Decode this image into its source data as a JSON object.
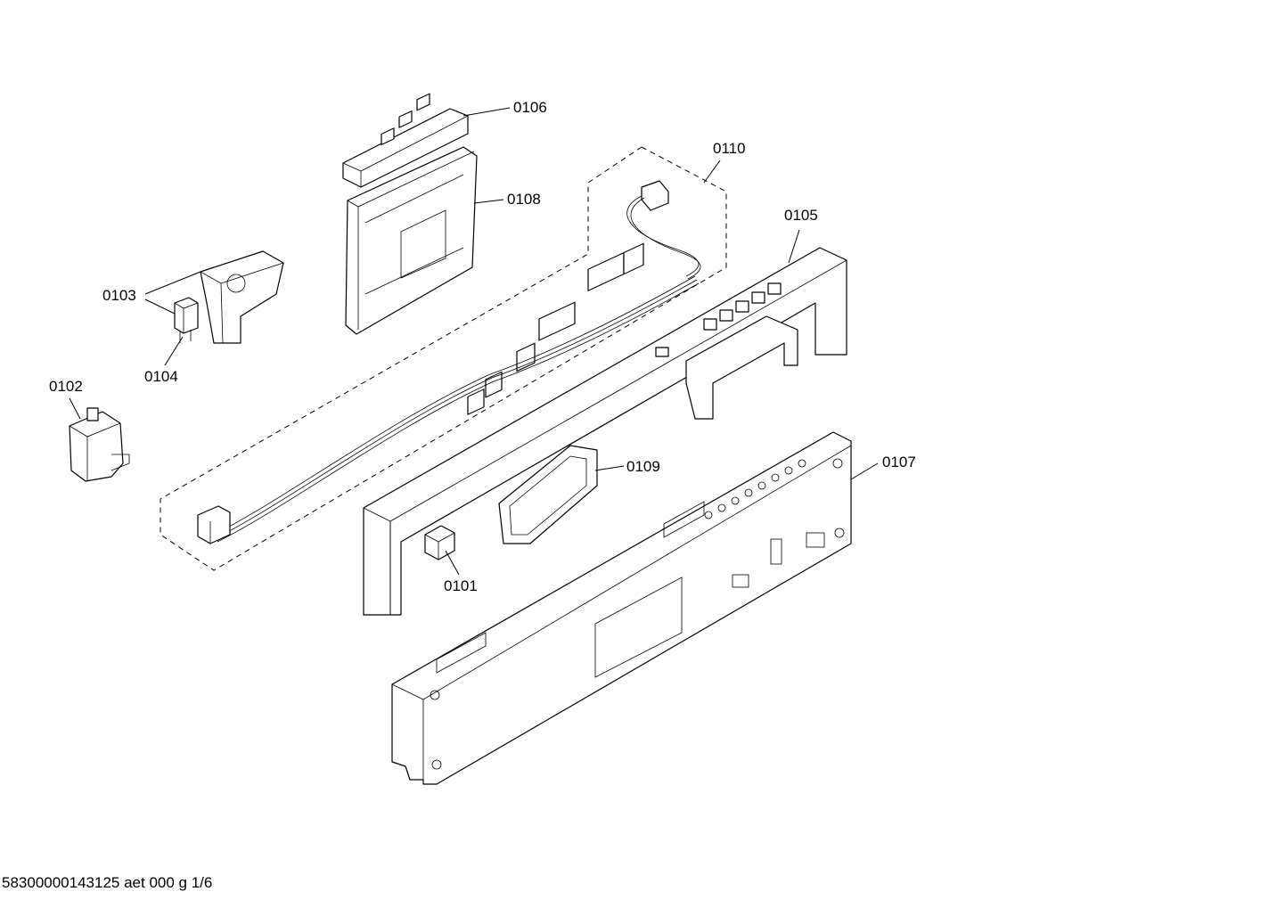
{
  "footer_text": "58300000143125 aet 000 g 1/6",
  "callouts": [
    {
      "id": "0106",
      "label": "0106"
    },
    {
      "id": "0110",
      "label": "0110"
    },
    {
      "id": "0108",
      "label": "0108"
    },
    {
      "id": "0105",
      "label": "0105"
    },
    {
      "id": "0103",
      "label": "0103"
    },
    {
      "id": "0104",
      "label": "0104"
    },
    {
      "id": "0102",
      "label": "0102"
    },
    {
      "id": "0109",
      "label": "0109"
    },
    {
      "id": "0107",
      "label": "0107"
    },
    {
      "id": "0101",
      "label": "0101"
    }
  ]
}
